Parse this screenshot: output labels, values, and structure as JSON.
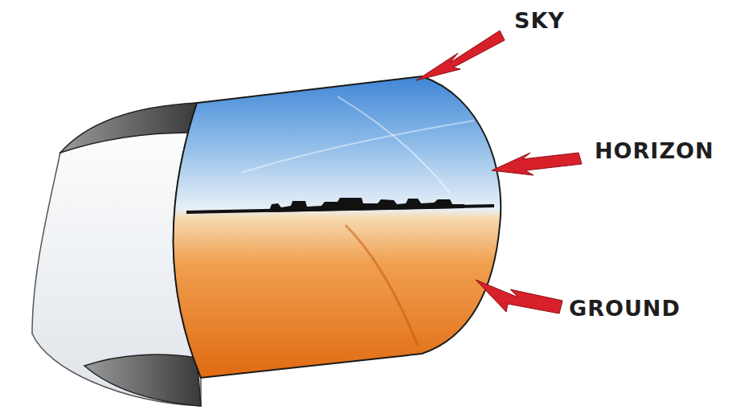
{
  "diagram": {
    "labels": [
      "SKY",
      "HORIZON",
      "GROUND"
    ]
  }
}
